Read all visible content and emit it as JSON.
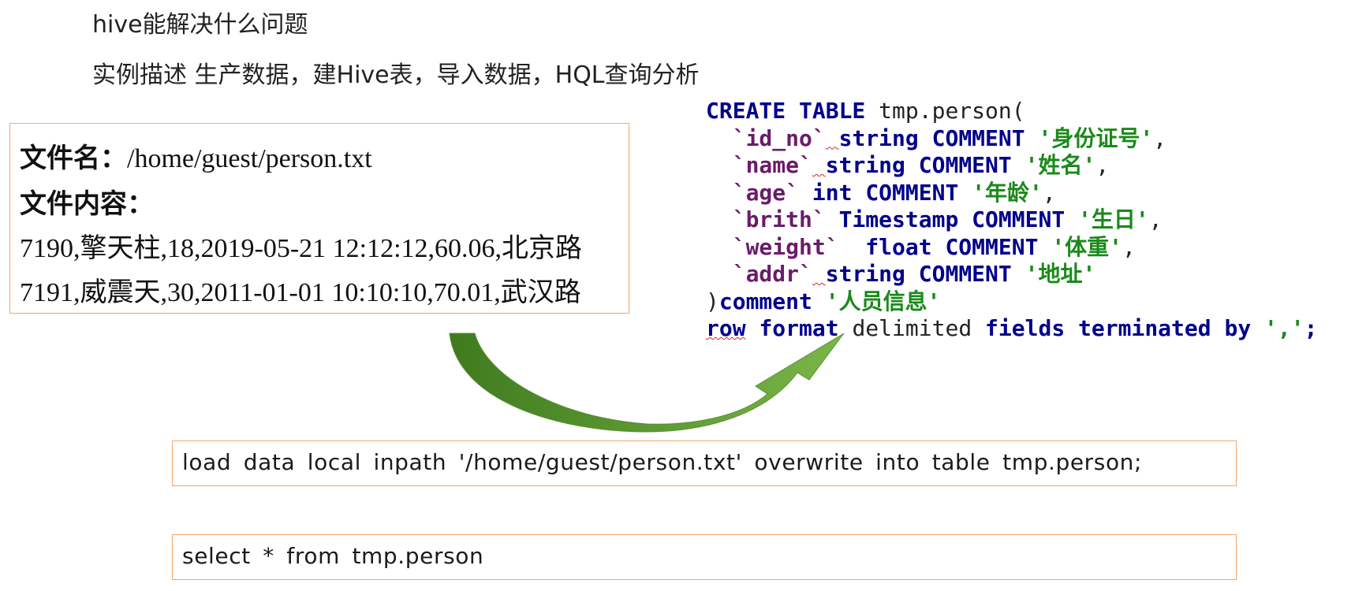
{
  "headings": {
    "title": "hive能解决什么问题",
    "subtitle": "实例描述 生产数据，建Hive表，导入数据，HQL查询分析"
  },
  "file_box": {
    "name_label": "文件名：",
    "name_value": "/home/guest/person.txt",
    "content_label": "文件内容：",
    "rows": [
      "7190,擎天柱,18,2019-05-21 12:12:12,60.06,北京路",
      "7191,威震天,30,2011-01-01 10:10:10,70.01,武汉路"
    ]
  },
  "sql": {
    "l1_kw": "CREATE TABLE",
    "l1_name": " tmp.person(",
    "cols": [
      {
        "name": "`id_no`",
        "type": "string",
        "comment": "'身份证号'",
        "end": ","
      },
      {
        "name": "`name`",
        "type": "string",
        "comment": "'姓名'",
        "end": ","
      },
      {
        "name": "`age`",
        "type": "int",
        "comment": "'年龄'",
        "end": ","
      },
      {
        "name": "`brith`",
        "type": "Timestamp",
        "comment": "'生日'",
        "end": ","
      },
      {
        "name": "`weight`",
        "type": "float",
        "comment": "'体重'",
        "end": ","
      },
      {
        "name": "`addr`",
        "type": "string",
        "comment": "'地址'",
        "end": ""
      }
    ],
    "comment_kw": "COMMENT",
    "close_paren": ")",
    "table_comment_kw": "comment",
    "table_comment": "'人员信息'",
    "row_kw": "row",
    "format_kw": "format",
    "delimited": "delimited",
    "fields_kw": "fields terminated by",
    "delim": "','",
    "semicolon": ";"
  },
  "commands": {
    "load": "load data local inpath '/home/guest/person.txt' overwrite into table tmp.person;",
    "select": "select * from tmp.person"
  },
  "colors": {
    "box_border": "#f4a66a",
    "arrow_dark": "#3f7a1e",
    "arrow_light": "#7ab648",
    "sql_keyword": "#00008b",
    "sql_identifier": "#6b1b6b",
    "sql_string": "#1a8a1a"
  },
  "icons": {
    "arrow": "curved-arrow"
  }
}
